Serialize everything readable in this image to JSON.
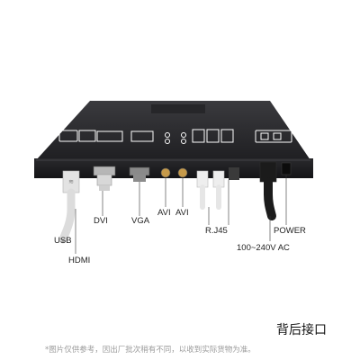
{
  "labels": {
    "usb": "USB",
    "hdmi": "HDMI",
    "dvi": "DVI",
    "vga": "VGA",
    "avi1": "AVI",
    "avi2": "AVI",
    "rj45": "R.J45",
    "power": "POWER",
    "ac": "100~240V AC"
  },
  "title": "背后接口",
  "disclaimer": "*图片仅供参考，因出厂批次稍有不同，以收到实际货物为准。",
  "colors": {
    "device_body": "#1d1d1f",
    "device_top": "#2b2b2e",
    "panel_icons": "#ffffff",
    "cable_white": "#e9e9e9",
    "cable_black": "#151515"
  }
}
